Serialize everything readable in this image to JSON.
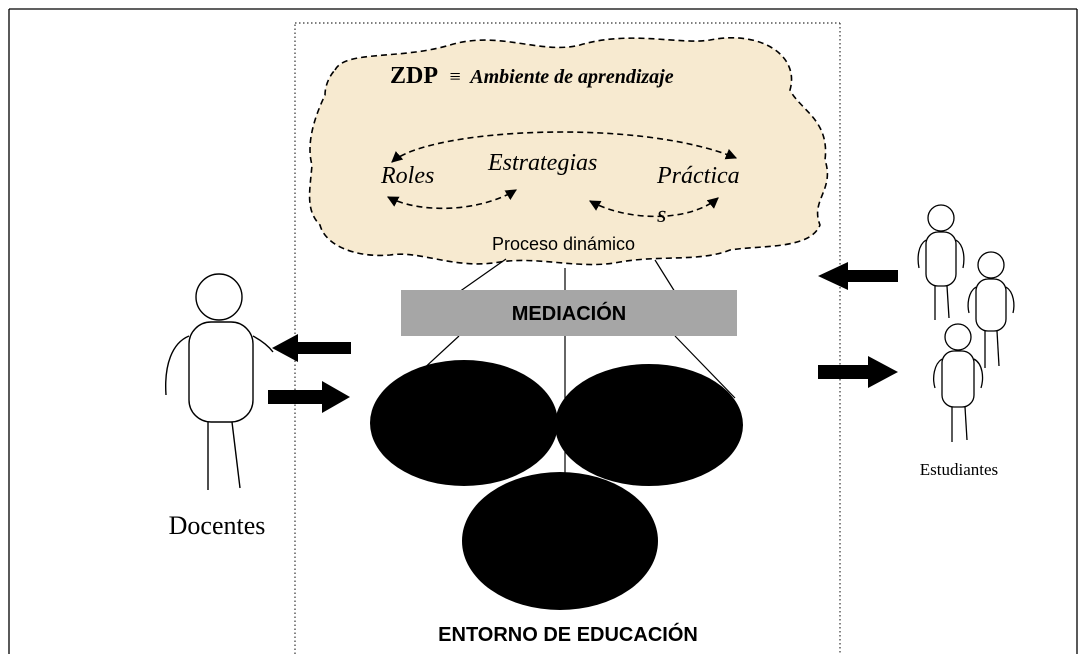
{
  "cloud": {
    "title_main": "ZDP",
    "title_symbol": "≡",
    "title_rest": "Ambiente de aprendizaje",
    "items": [
      "Roles",
      "Estrategias",
      "Práctica",
      "s"
    ],
    "process_label": "Proceso dinámico",
    "fill_color": "#f7ead0"
  },
  "mediation": {
    "label": "MEDIACIÓN",
    "fill_color": "#a6a6a6"
  },
  "environment": {
    "label": "ENTORNO DE EDUCACIÓN"
  },
  "teachers": {
    "label": "Docentes"
  },
  "students": {
    "label": "Estudiantes"
  }
}
